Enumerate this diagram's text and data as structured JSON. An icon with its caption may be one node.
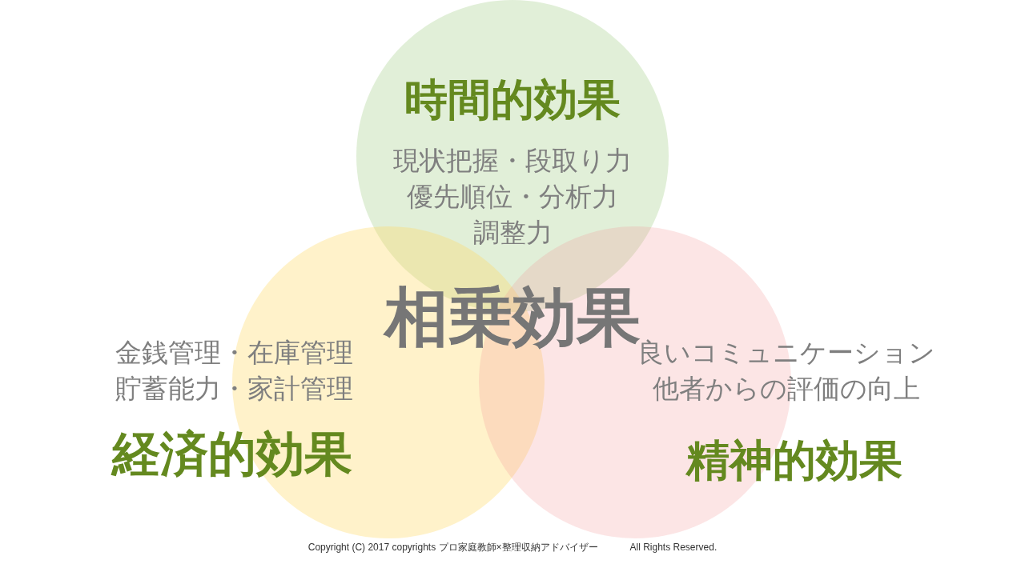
{
  "diagram": {
    "nodes": [
      {
        "text": [
          "時間的効果",
          "現状把握・段取り力",
          "優先順位・分析力",
          "調整力"
        ]
      },
      {
        "text": [
          "金銭管理・在庫管理",
          "貯蓄能力・家計管理",
          "経済的効果"
        ]
      },
      {
        "text": [
          "良いコミュニケーション",
          "他者からの評価の向上",
          "精神的効果"
        ]
      }
    ],
    "labels": [
      "相乗効果",
      "Copyright (C) 2017 copyrights プロ家庭教師×整理収納アドバイザー",
      "All Rights Reserved."
    ]
  }
}
